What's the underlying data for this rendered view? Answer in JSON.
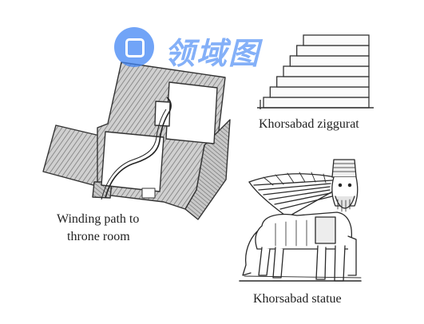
{
  "captions": {
    "plan_line1": "Winding path to",
    "plan_line2": "throne room",
    "ziggurat": "Khorsabad ziggurat",
    "statue": "Khorsabad statue"
  },
  "watermark": {
    "text": "领域图",
    "color": "#4285f4"
  },
  "ziggurat_tiers": 7
}
